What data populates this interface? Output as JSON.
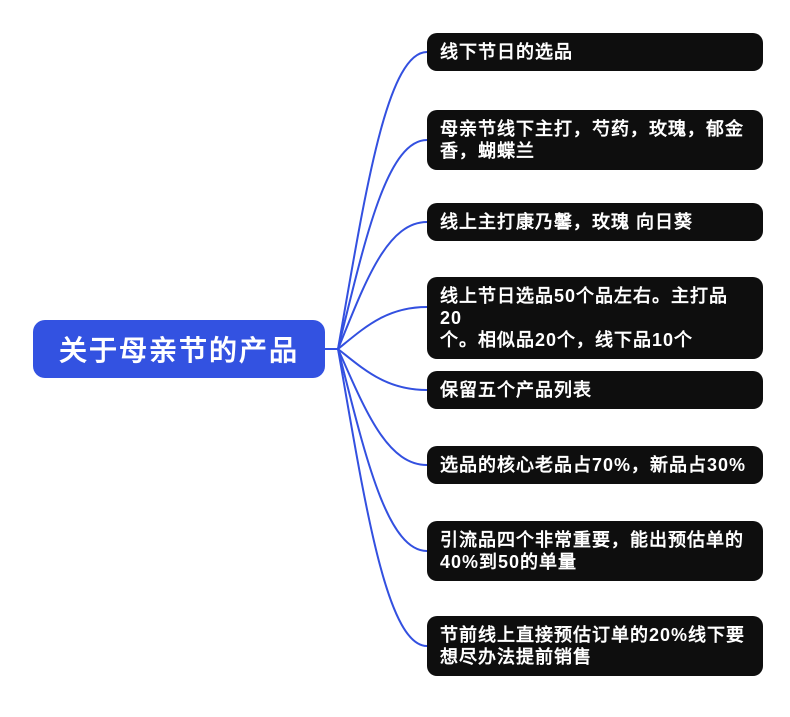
{
  "colors": {
    "accent": "#3352e1",
    "connector": "#3350e0",
    "branch_bg": "#0e0e0e",
    "text": "#ffffff",
    "background": "#ffffff"
  },
  "mindmap": {
    "root": {
      "label": "关于母亲节的产品"
    },
    "branches": [
      {
        "label": "线下节日的选品"
      },
      {
        "label": "母亲节线下主打，芍药，玫瑰，郁金\n香，蝴蝶兰"
      },
      {
        "label": "线上主打康乃馨，玫瑰 向日葵"
      },
      {
        "label": "线上节日选品50个品左右。主打品20\n个。相似品20个，线下品10个"
      },
      {
        "label": "保留五个产品列表"
      },
      {
        "label": "选品的核心老品占70%，新品占30%"
      },
      {
        "label": "引流品四个非常重要，能出预估单的\n40%到50的单量"
      },
      {
        "label": "节前线上直接预估订单的20%线下要\n想尽办法提前销售"
      }
    ]
  }
}
